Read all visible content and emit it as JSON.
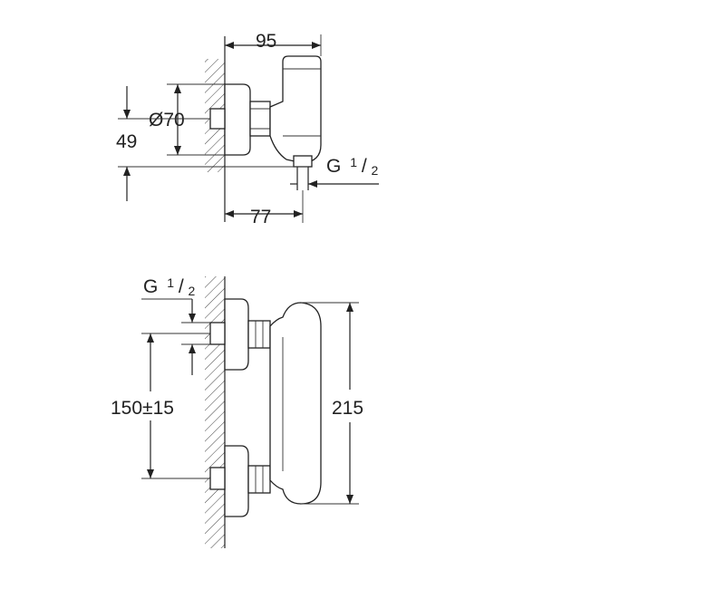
{
  "top_view": {
    "width_dim": "95",
    "diameter_dim": "Ø70",
    "depth_dim": "49",
    "thread_dim": {
      "main": "G",
      "num": "1",
      "den": "2"
    },
    "offset_dim": "77"
  },
  "front_view": {
    "thread_dim": {
      "main": "G",
      "num": "1",
      "den": "2"
    },
    "spacing_dim": "150±15",
    "height_dim": "215"
  }
}
